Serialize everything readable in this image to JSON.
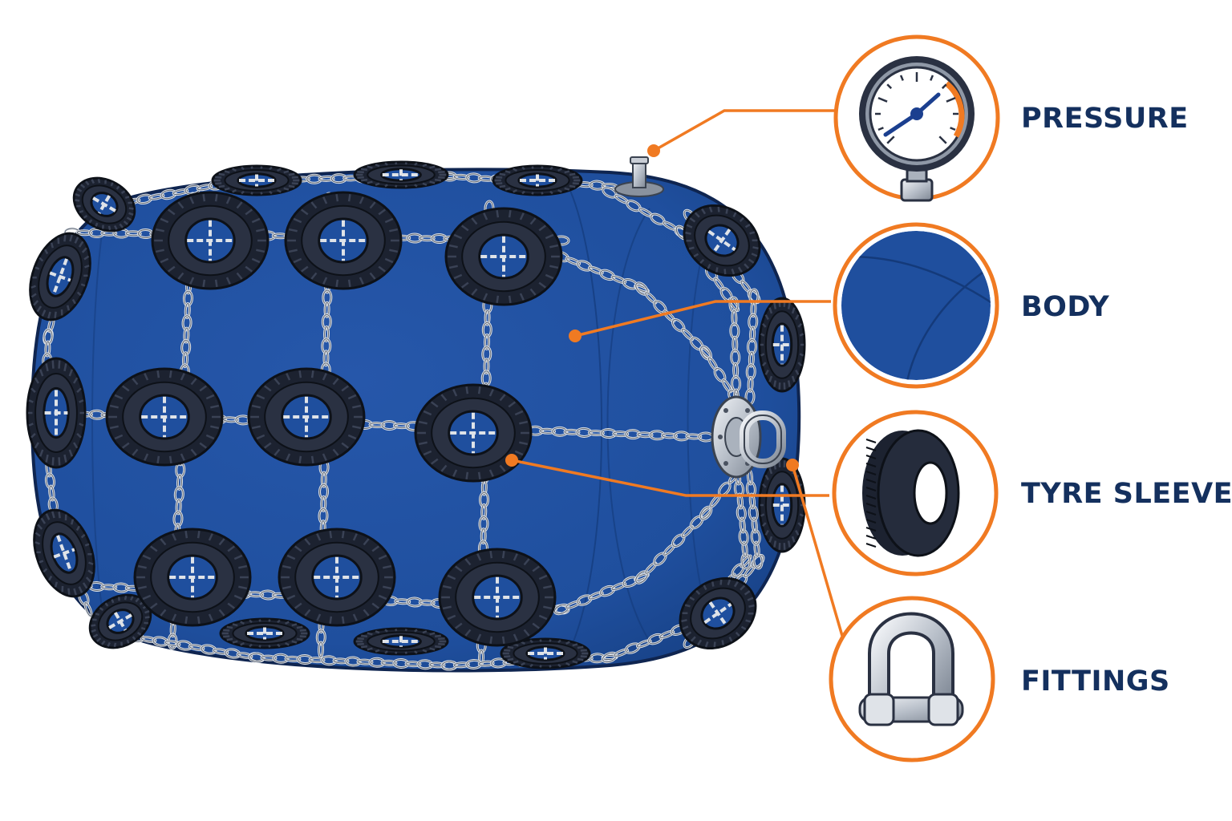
{
  "colors": {
    "background": "#ffffff",
    "body_blue": "#1f4f9e",
    "body_blue_dark": "#163f82",
    "tyre_black": "#1c2230",
    "chain_silver": "#c9ced6",
    "callout_orange": "#f07a22",
    "label_navy": "#14305e"
  },
  "callouts": [
    {
      "id": "pressure",
      "label": "PRESSURE",
      "icon": "pressure-gauge-icon"
    },
    {
      "id": "body",
      "label": "BODY",
      "icon": "blue-body-material-icon"
    },
    {
      "id": "tyre_sleeve",
      "label": "TYRE SLEEVE",
      "icon": "tyre-icon"
    },
    {
      "id": "fittings",
      "label": "FITTINGS",
      "icon": "shackle-icon"
    }
  ],
  "illustration": {
    "subject": "pneumatic-fender-icon",
    "parts": [
      "fender-body",
      "tyre-net",
      "chain-net",
      "end-flange",
      "shackle",
      "valve"
    ]
  }
}
